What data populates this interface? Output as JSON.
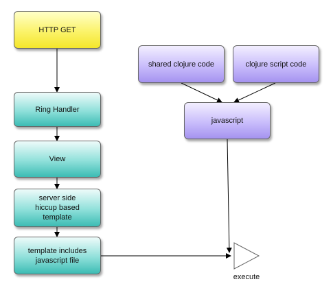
{
  "nodes": {
    "http_get": "HTTP GET",
    "ring_handler": "Ring Handler",
    "view": "View",
    "server_side_template": [
      "server side",
      "hiccup based",
      "template"
    ],
    "template_includes": [
      "template includes",
      "javascript file"
    ],
    "shared_clojure_code": "shared clojure code",
    "clojure_script_code": "clojure script code",
    "javascript": "javascript"
  },
  "execute_label": "execute",
  "colors": {
    "yellow": "#f7ec4a",
    "teal": "#5fcdc6",
    "purple": "#b9a9f7",
    "border": "#666666",
    "connector": "#000000"
  }
}
